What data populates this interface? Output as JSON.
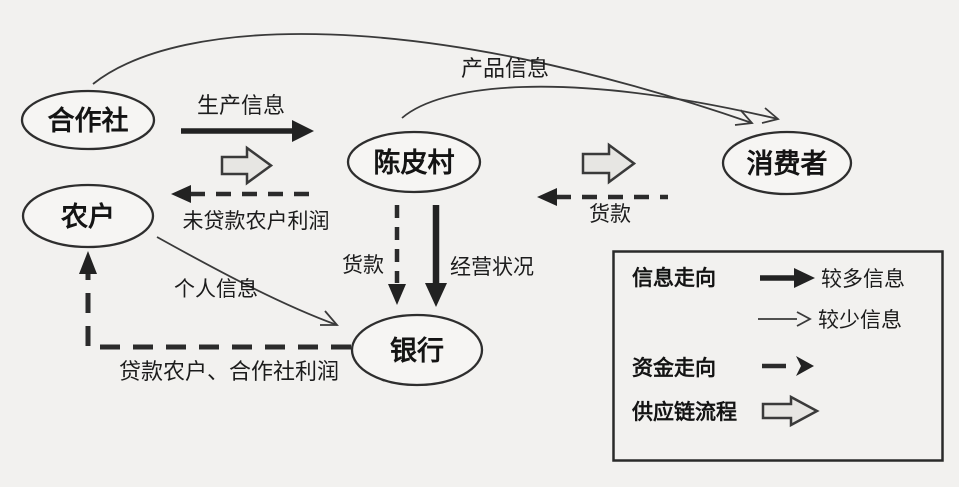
{
  "colors": {
    "background": "#f2f1ef",
    "ink": "#2e2e2e",
    "block_arrow_fill": "#e7e6e3"
  },
  "nodes": {
    "cooperative": "合作社",
    "farmer": "农户",
    "chenpi_village": "陈皮村",
    "bank": "银行",
    "consumer": "消费者"
  },
  "edges": {
    "production_info": "生产信息",
    "product_info": "产品信息",
    "unloaned_farmer_profit": "未贷款农户利润",
    "payment_village_to_bank": "货款",
    "operating_status": "经营状况",
    "payment_consumer_to_village": "货款",
    "personal_info": "个人信息",
    "loaned_farmer_coop_profit": "贷款农户、合作社利润"
  },
  "legend": {
    "info_flow": "信息走向",
    "more_info": "较多信息",
    "less_info": "较少信息",
    "fund_flow": "资金走向",
    "supply_chain": "供应链流程"
  }
}
